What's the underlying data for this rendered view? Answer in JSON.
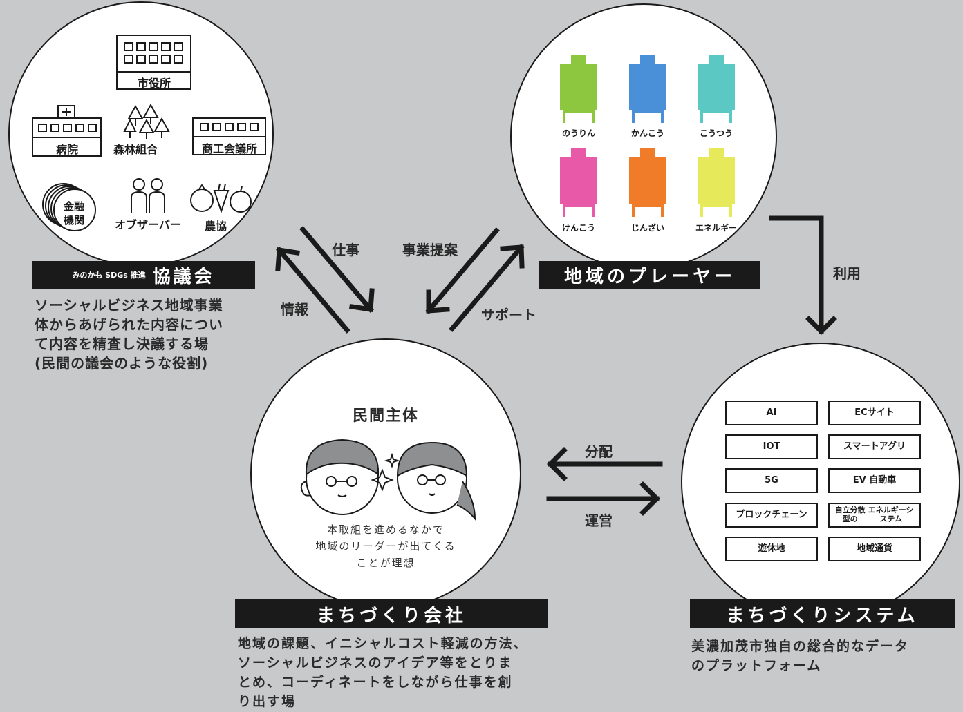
{
  "colors": {
    "background": "#c8c9cb",
    "bar": "#1a1a1a",
    "text": "#1a1a1a"
  },
  "council": {
    "institutions": {
      "city_hall": "市役所",
      "hospital": "病院",
      "forestry": "森林組合",
      "chamber": "商工会議所",
      "finance_line1": "金融",
      "finance_line2": "機関",
      "observer": "オブザーバー",
      "agri": "農協"
    },
    "title_small": "みのかも SDGs 推進",
    "title": "協議会",
    "desc": [
      "ソーシャルビジネス地域事業",
      "体からあげられた内容につい",
      "て内容を精査し決議する場",
      "(民間の議会のような役割)"
    ]
  },
  "players": {
    "chairs": [
      {
        "label": "のうりん",
        "color": "#8dc63f"
      },
      {
        "label": "かんこう",
        "color": "#4a90d9"
      },
      {
        "label": "こうつう",
        "color": "#5cc8c4"
      },
      {
        "label": "けんこう",
        "color": "#e85aa8"
      },
      {
        "label": "じんざい",
        "color": "#f07b28"
      },
      {
        "label": "エネルギー",
        "color": "#e6ea5a"
      }
    ],
    "title": "地域のプレーヤー"
  },
  "company": {
    "header": "民間主体",
    "caption": [
      "本取組を進めるなかで",
      "地域のリーダーが出てくる",
      "ことが理想"
    ],
    "title": "まちづくり会社",
    "desc": [
      "地域の課題、イニシャルコスト軽減の方法、",
      "ソーシャルビジネスのアイデア等をとりま",
      "とめ、コーディネートをしながら仕事を創",
      "り出す場"
    ]
  },
  "system": {
    "items": [
      {
        "label": "AI"
      },
      {
        "label": "ECサイト"
      },
      {
        "label": "IOT"
      },
      {
        "label": "スマートアグリ"
      },
      {
        "label": "5G"
      },
      {
        "label": "EV 自動車"
      },
      {
        "label": "ブロックチェーン"
      },
      {
        "label": "自立分散型の エネルギーシステム"
      },
      {
        "label": "遊休地"
      },
      {
        "label": "地域通貨"
      }
    ],
    "title": "まちづくりシステム",
    "desc": [
      "美濃加茂市独自の総合的なデータ",
      "のプラットフォーム"
    ]
  },
  "arrows": {
    "work": "仕事",
    "info": "情報",
    "proposal": "事業提案",
    "support": "サポート",
    "use": "利用",
    "distribution": "分配",
    "operation": "運営"
  },
  "icons": [
    "building-icon",
    "hospital-icon",
    "trees-icon",
    "people-icon",
    "vegetables-icon",
    "coins-icon",
    "chair-icon",
    "face-icon",
    "arrow-icon"
  ]
}
